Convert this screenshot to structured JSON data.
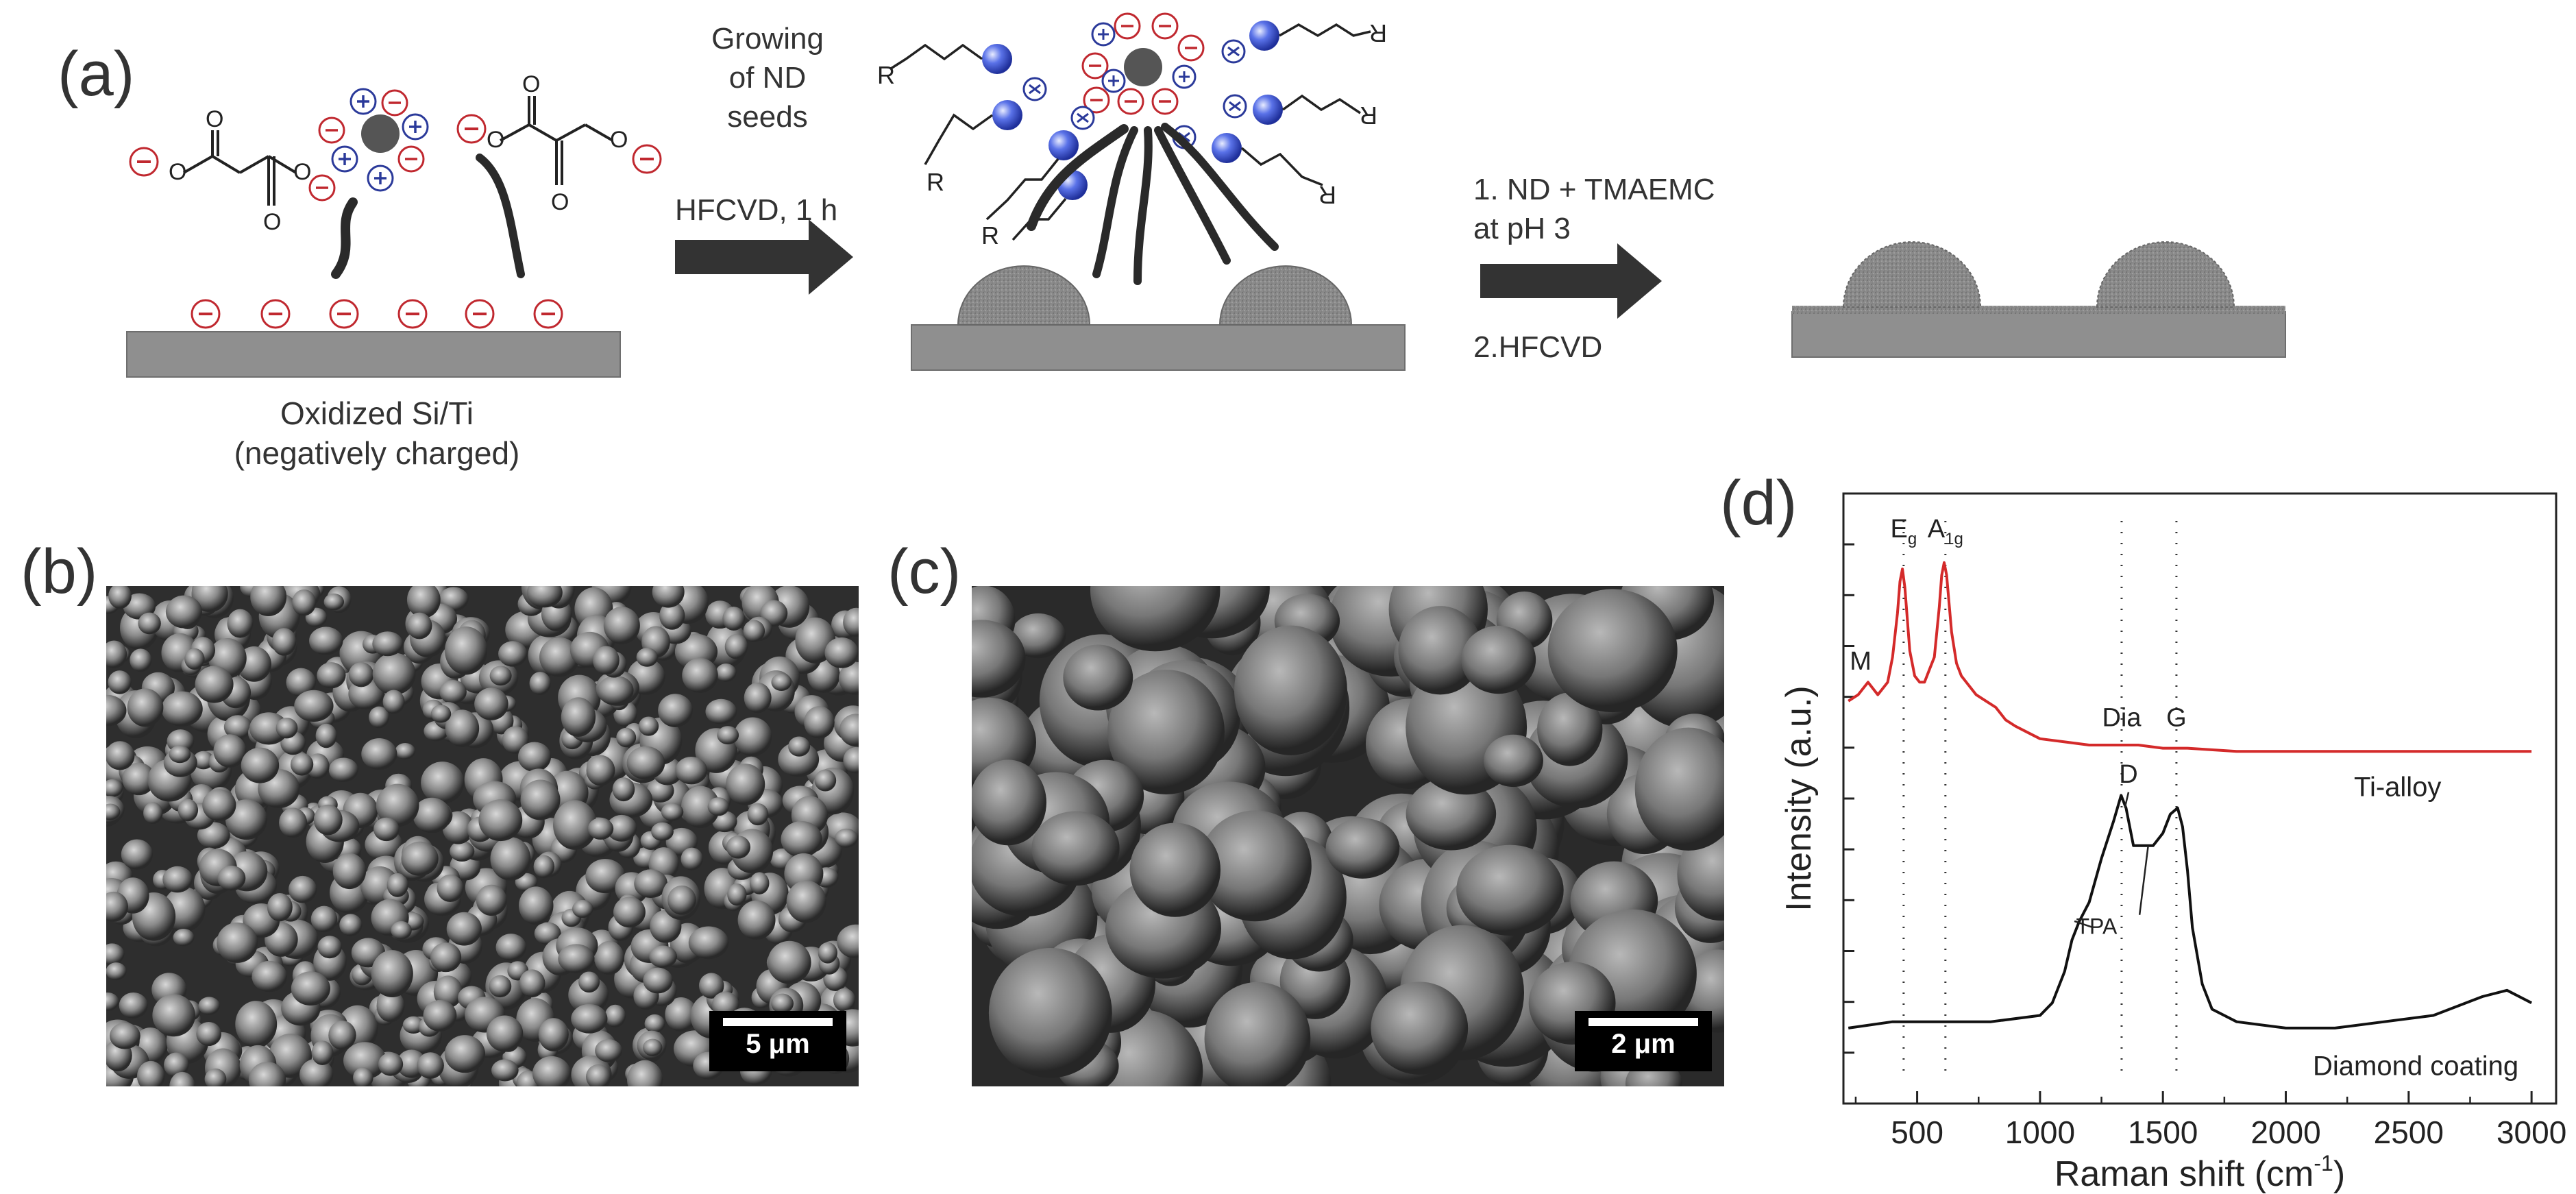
{
  "panel_a": {
    "label": "(a)",
    "substrate_caption_line1": "Oxidized Si/Ti",
    "substrate_caption_line2": "(negatively charged)",
    "step1_line1": "Growing",
    "step1_line2": "of ND seeds",
    "step1_method": "HFCVD, 1 h",
    "step2_line1": "1. ND + TMAEMC",
    "step2_line2": "at pH 3",
    "step2_line3": "2.HFCVD",
    "chain_label": "R",
    "plus": "+",
    "minus": "−",
    "carbonyl_o": "O",
    "colors": {
      "negative": "#c0282f",
      "positive": "#2b3a9a",
      "substrate": "#8f8f8f",
      "bead": "#3d55d6",
      "arrow": "#333333"
    }
  },
  "panel_b": {
    "label": "(b)",
    "scale_bar": "5 μm"
  },
  "panel_c": {
    "label": "(c)",
    "scale_bar": "2 μm"
  },
  "panel_d": {
    "label": "(d)"
  },
  "chart_data": {
    "type": "line",
    "xlabel": "Raman shift (cm",
    "xlabel_sup": "-1",
    "xlabel_close": ")",
    "ylabel": "Intensity (a.u.)",
    "xlim": [
      200,
      3100
    ],
    "xticks": [
      500,
      1000,
      1500,
      2000,
      2500,
      3000
    ],
    "y_ticks_unlabeled": true,
    "series": [
      {
        "name": "Ti-alloy",
        "color": "#d42a2a",
        "x": [
          220,
          260,
          300,
          340,
          380,
          400,
          420,
          430,
          440,
          450,
          470,
          490,
          510,
          530,
          550,
          570,
          590,
          600,
          610,
          620,
          640,
          660,
          680,
          700,
          740,
          780,
          820,
          860,
          900,
          950,
          1000,
          1100,
          1200,
          1300,
          1400,
          1500,
          1600,
          1800,
          2000,
          2200,
          2400,
          2600,
          2800,
          3000
        ],
        "y": [
          0.79,
          0.8,
          0.82,
          0.8,
          0.82,
          0.86,
          0.93,
          0.98,
          1.0,
          0.97,
          0.87,
          0.83,
          0.82,
          0.82,
          0.84,
          0.86,
          0.94,
          0.99,
          1.01,
          0.99,
          0.9,
          0.85,
          0.83,
          0.82,
          0.8,
          0.79,
          0.78,
          0.76,
          0.75,
          0.74,
          0.73,
          0.725,
          0.72,
          0.72,
          0.72,
          0.715,
          0.715,
          0.71,
          0.71,
          0.71,
          0.71,
          0.71,
          0.71,
          0.71
        ]
      },
      {
        "name": "Diamond coating",
        "color": "#111111",
        "x": [
          220,
          400,
          600,
          800,
          1000,
          1050,
          1100,
          1130,
          1160,
          1200,
          1250,
          1300,
          1330,
          1350,
          1380,
          1420,
          1460,
          1500,
          1530,
          1560,
          1580,
          1600,
          1620,
          1660,
          1700,
          1800,
          2000,
          2200,
          2400,
          2600,
          2800,
          2900,
          3000
        ],
        "y": [
          0.27,
          0.28,
          0.28,
          0.28,
          0.29,
          0.31,
          0.36,
          0.41,
          0.44,
          0.47,
          0.54,
          0.6,
          0.64,
          0.62,
          0.56,
          0.56,
          0.56,
          0.58,
          0.61,
          0.62,
          0.59,
          0.52,
          0.43,
          0.34,
          0.3,
          0.28,
          0.27,
          0.27,
          0.28,
          0.29,
          0.32,
          0.33,
          0.31
        ]
      }
    ],
    "annotations": [
      {
        "text": "M",
        "x": 270,
        "y": 0.84
      },
      {
        "text": "E",
        "sub": "g",
        "x": 445,
        "y": 1.05
      },
      {
        "text": "A",
        "sub": "1g",
        "x": 615,
        "y": 1.05
      },
      {
        "text": "Dia",
        "x": 1332,
        "y": 0.75
      },
      {
        "text": "G",
        "x": 1555,
        "y": 0.75
      },
      {
        "text": "D",
        "x": 1360,
        "y": 0.66
      },
      {
        "text": "TPA",
        "x": 1230,
        "y": 0.42
      }
    ],
    "reference_lines_x": [
      445,
      615,
      1332,
      1555
    ]
  }
}
